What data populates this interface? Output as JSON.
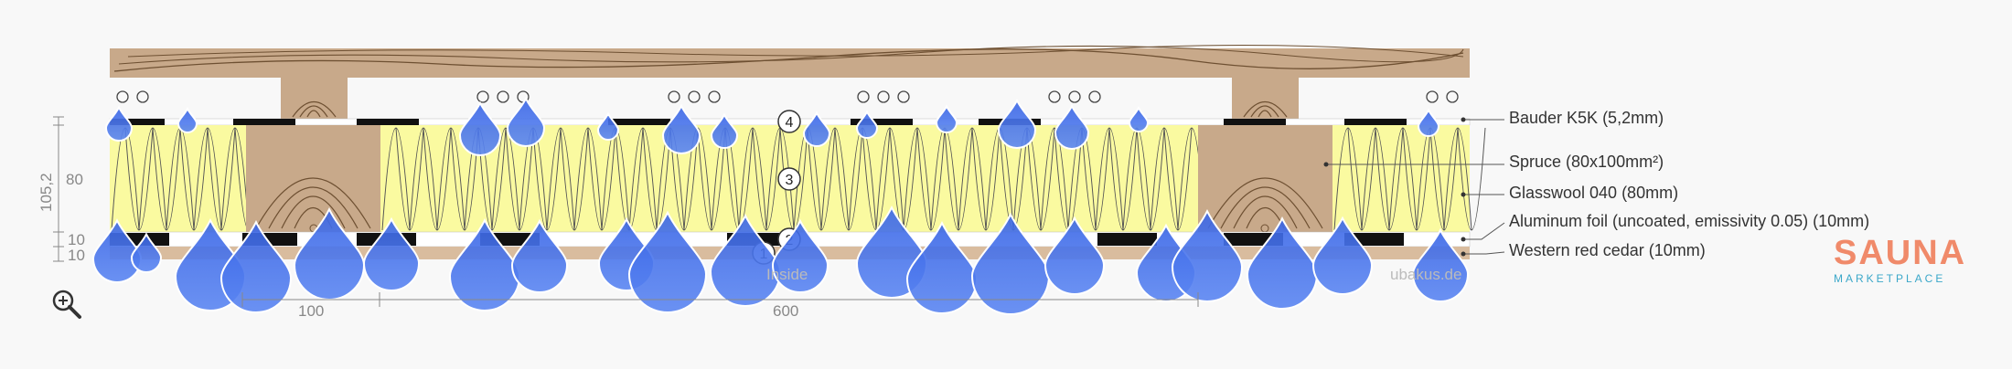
{
  "legend": [
    {
      "number": "4",
      "label": "Bauder K5K (5,2mm)"
    },
    {
      "number": "3",
      "label": "Spruce (80x100mm²)"
    },
    {
      "number": "",
      "label": "Glasswool 040 (80mm)"
    },
    {
      "number": "2",
      "label": "Aluminum foil (uncoated, emissivity 0.05) (10mm)"
    },
    {
      "number": "1",
      "label": "Western red cedar (10mm)"
    }
  ],
  "layer_numbers": [
    "1",
    "2",
    "3",
    "4"
  ],
  "dimensions": {
    "total_thickness": "105,2",
    "insulation": "80",
    "foil": "10",
    "cedar": "10",
    "edge_width": "100",
    "spacing": "600"
  },
  "watermarks": {
    "inside": "Inside",
    "site": "ubakus.de"
  },
  "logo": {
    "brand": "SAUNA",
    "sub": "MARKETPLACE"
  },
  "colors": {
    "wood": "#c8a98a",
    "wood_grain": "#6e5032",
    "insulation": "#fafaa0",
    "membrane": "#111111",
    "droplet": "#4f7ef0",
    "droplet_dark": "#1e40c8",
    "cedar": "#d9bc9e"
  },
  "icons": {
    "zoom": "zoom-in-icon"
  }
}
